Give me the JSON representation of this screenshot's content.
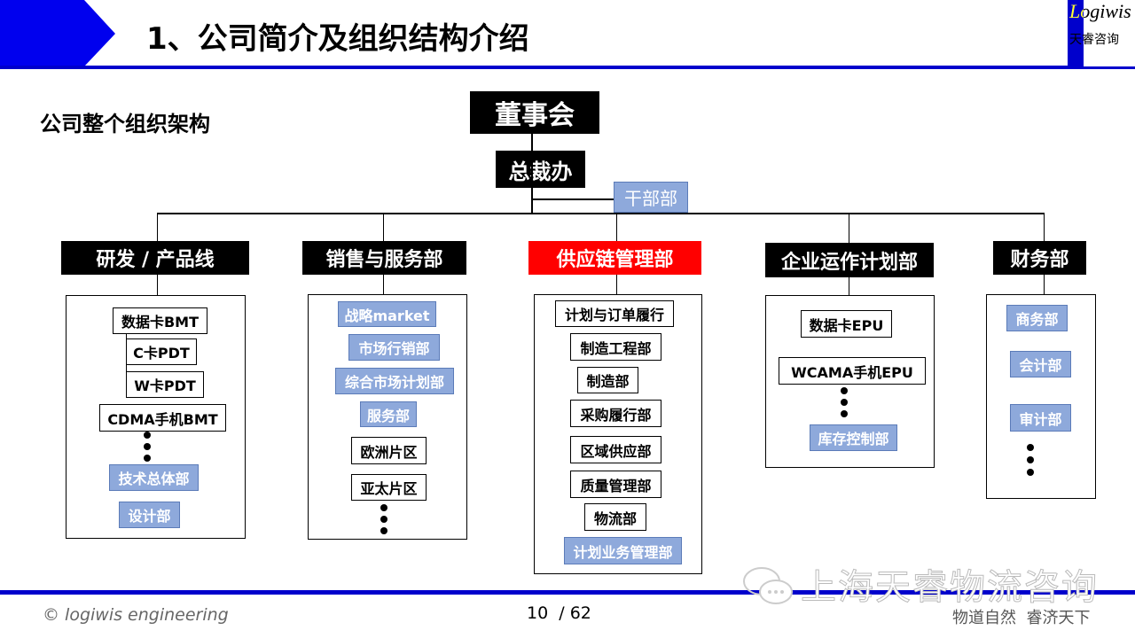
{
  "header": {
    "title": "1、公司简介及组织结构介绍",
    "logo_main": "Logiwis",
    "logo_sub": "天睿咨询"
  },
  "subtitle": "公司整个组织架构",
  "top": {
    "board": "董事会",
    "president_office": "总裁办",
    "cadre_dept": "干部部"
  },
  "departments": [
    {
      "name": "研发 / 产品线",
      "items": [
        "数据卡BMT",
        "C卡PDT",
        "W卡PDT",
        "CDMA手机BMT",
        "技术总体部",
        "设计部"
      ]
    },
    {
      "name": "销售与服务部",
      "items": [
        "战略market",
        "市场行销部",
        "综合市场计划部",
        "服务部",
        "欧洲片区",
        "亚太片区"
      ]
    },
    {
      "name": "供应链管理部",
      "items": [
        "计划与订单履行",
        "制造工程部",
        "制造部",
        "采购履行部",
        "区域供应部",
        "质量管理部",
        "物流部",
        "计划业务管理部"
      ]
    },
    {
      "name": "企业运作计划部",
      "items": [
        "数据卡EPU",
        "WCAMA手机EPU",
        "库存控制部"
      ]
    },
    {
      "name": "财务部",
      "items": [
        "商务部",
        "会计部",
        "审计部"
      ]
    }
  ],
  "footer": {
    "copyright": "© logiwis engineering",
    "page": "10  / 62",
    "slogan": "物道自然  睿济天下",
    "watermark": "上海天睿物流咨询"
  },
  "colors": {
    "accent": "#0000cc",
    "highlight": "#ff0000",
    "sub_unit": "#8ea9db"
  }
}
